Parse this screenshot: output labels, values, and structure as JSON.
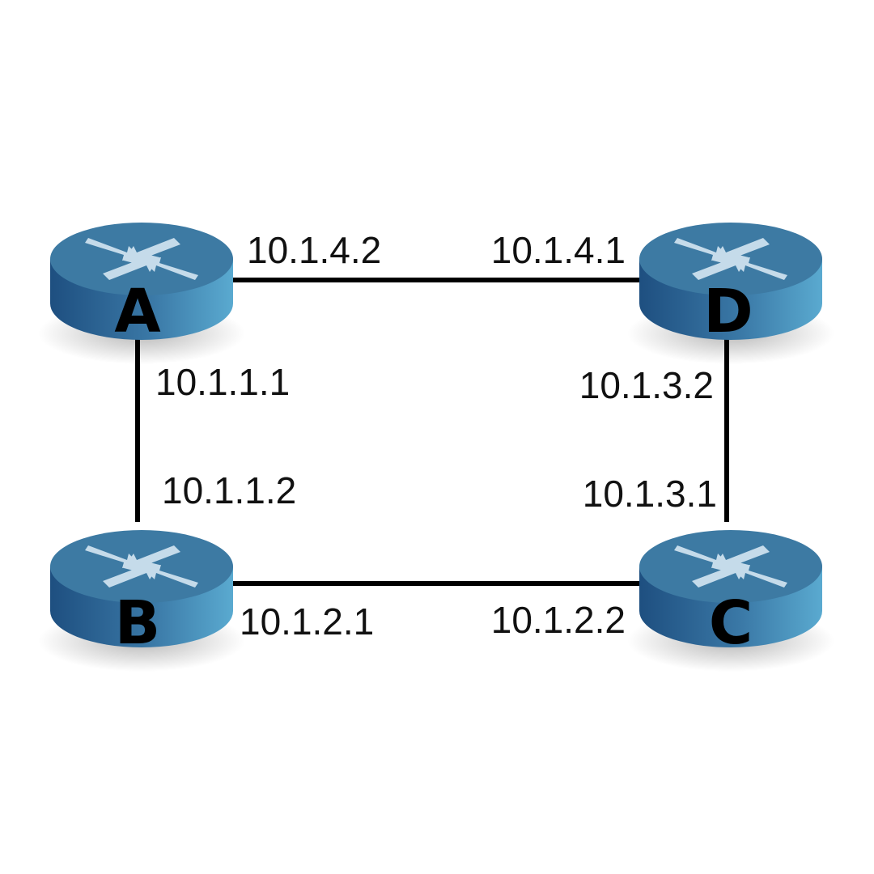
{
  "routers": [
    {
      "id": "A",
      "name": "A",
      "icon": "router-icon"
    },
    {
      "id": "B",
      "name": "B",
      "icon": "router-icon"
    },
    {
      "id": "C",
      "name": "C",
      "icon": "router-icon"
    },
    {
      "id": "D",
      "name": "D",
      "icon": "router-icon"
    }
  ],
  "links": [
    {
      "from": "A",
      "to": "D",
      "from_ip": "10.1.4.2",
      "to_ip": "10.1.4.1"
    },
    {
      "from": "A",
      "to": "B",
      "from_ip": "10.1.1.1",
      "to_ip": "10.1.1.2"
    },
    {
      "from": "D",
      "to": "C",
      "from_ip": "10.1.3.2",
      "to_ip": "10.1.3.1"
    },
    {
      "from": "B",
      "to": "C",
      "from_ip": "10.1.2.1",
      "to_ip": "10.1.2.2"
    }
  ],
  "colors": {
    "router_top": "#3d7aa3",
    "router_side_dark": "#1e4f80",
    "router_side_light": "#5aaad0",
    "arrow": "#c5dbea",
    "link": "#000000"
  }
}
